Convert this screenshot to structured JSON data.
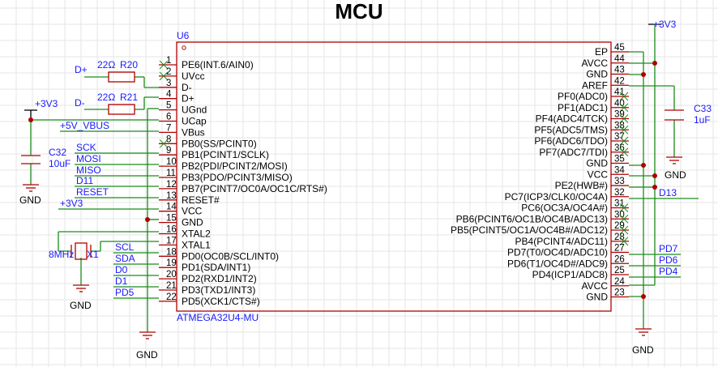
{
  "title": "MCU",
  "chip": {
    "ref": "U6",
    "part": "ATMEGA32U4-MU"
  },
  "left_pins": [
    {
      "num": "1",
      "name": "PE6(INT.6/AIN0)"
    },
    {
      "num": "2",
      "name": "UVcc"
    },
    {
      "num": "3",
      "name": "D-"
    },
    {
      "num": "4",
      "name": "D+"
    },
    {
      "num": "5",
      "name": "UGnd"
    },
    {
      "num": "6",
      "name": "UCap"
    },
    {
      "num": "7",
      "name": "VBus"
    },
    {
      "num": "8",
      "name": "PB0(SS/PCINT0)"
    },
    {
      "num": "9",
      "name": "PB1(PCINT1/SCLK)"
    },
    {
      "num": "10",
      "name": "PB2(PDI/PCINT2/MOSI)"
    },
    {
      "num": "11",
      "name": "PB3(PDO/PCINT3/MISO)"
    },
    {
      "num": "12",
      "name": "PB7(PCINT7/OC0A/OC1C/RTS#)"
    },
    {
      "num": "13",
      "name": "RESET#"
    },
    {
      "num": "14",
      "name": "VCC"
    },
    {
      "num": "15",
      "name": "GND"
    },
    {
      "num": "16",
      "name": "XTAL2"
    },
    {
      "num": "17",
      "name": "XTAL1"
    },
    {
      "num": "18",
      "name": "PD0(OC0B/SCL/INT0)"
    },
    {
      "num": "19",
      "name": "PD1(SDA/INT1)"
    },
    {
      "num": "20",
      "name": "PD2(RXD1/INT2)"
    },
    {
      "num": "21",
      "name": "PD3(TXD1/INT3)"
    },
    {
      "num": "22",
      "name": "PD5(XCK1/CTS#)"
    }
  ],
  "right_pins": [
    {
      "num": "45",
      "name": "EP"
    },
    {
      "num": "44",
      "name": "AVCC"
    },
    {
      "num": "43",
      "name": "GND"
    },
    {
      "num": "42",
      "name": "AREF"
    },
    {
      "num": "41",
      "name": "PF0(ADC0)"
    },
    {
      "num": "40",
      "name": "PF1(ADC1)"
    },
    {
      "num": "39",
      "name": "PF4(ADC4/TCK)"
    },
    {
      "num": "38",
      "name": "PF5(ADC5/TMS)"
    },
    {
      "num": "37",
      "name": "PF6(ADC6/TDO)"
    },
    {
      "num": "36",
      "name": "PF7(ADC7/TDI)"
    },
    {
      "num": "35",
      "name": "GND"
    },
    {
      "num": "34",
      "name": "VCC"
    },
    {
      "num": "33",
      "name": "PE2(HWB#)"
    },
    {
      "num": "32",
      "name": "PC7(ICP3/CLK0/OC4A)"
    },
    {
      "num": "31",
      "name": "PC6(OC3A/OC4A#)"
    },
    {
      "num": "30",
      "name": "PB6(PCINT6/OC1B/OC4B/ADC13)"
    },
    {
      "num": "29",
      "name": "PB5(PCINT5/OC1A/OC4B#/ADC12)"
    },
    {
      "num": "28",
      "name": "PB4(PCINT4/ADC11)"
    },
    {
      "num": "27",
      "name": "PD7(T0/OC4D/ADC10)"
    },
    {
      "num": "26",
      "name": "PD6(T1/OC4D#/ADC9)"
    },
    {
      "num": "25",
      "name": "PD4(ICP1/ADC8)"
    },
    {
      "num": "24",
      "name": "AVCC"
    },
    {
      "num": "23",
      "name": "GND"
    }
  ],
  "resistors": {
    "r20": {
      "value": "22Ω",
      "ref": "R20"
    },
    "r21": {
      "value": "22Ω",
      "ref": "R21"
    }
  },
  "capacitors": {
    "c32": {
      "ref": "C32",
      "value": "10uF"
    },
    "c33": {
      "ref": "C33",
      "value": "1uF"
    }
  },
  "crystal": {
    "freq": "8MHz",
    "ref": "X1"
  },
  "nets": {
    "dplus": "D+",
    "dminus": "D-",
    "v33": "+3V3",
    "vbus": "+5V_VBUS",
    "sck": "SCK",
    "mosi": "MOSI",
    "miso": "MISO",
    "d11": "D11",
    "reset": "RESET",
    "scl": "SCL",
    "sda": "SDA",
    "d0": "D0",
    "d1": "D1",
    "pd5": "PD5",
    "d13": "D13",
    "pd7": "PD7",
    "pd6": "PD6",
    "pd4": "PD4",
    "gnd": "GND"
  }
}
